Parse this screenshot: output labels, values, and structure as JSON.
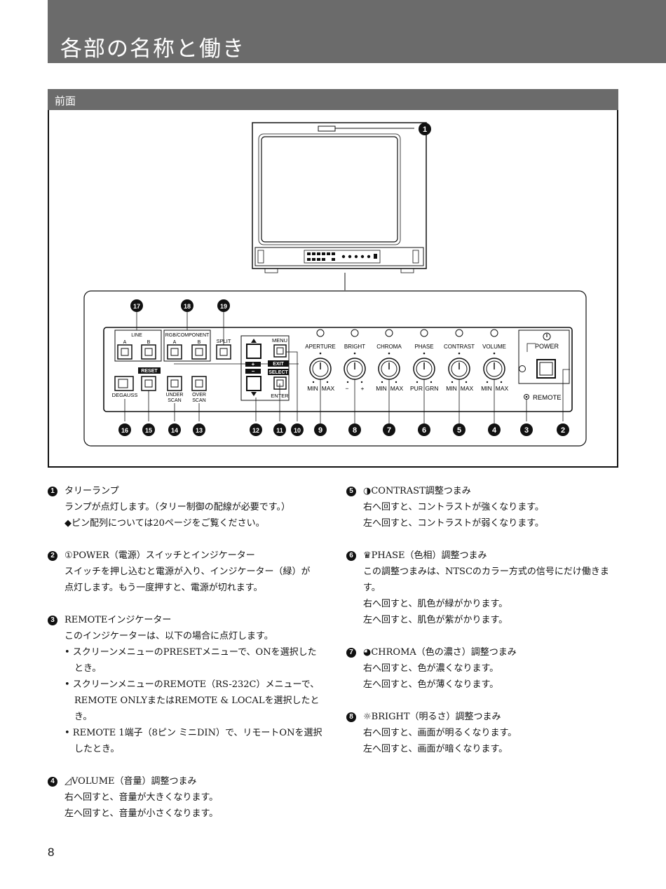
{
  "header": {
    "title": "各部の名称と働き"
  },
  "section": {
    "title": "前面"
  },
  "panel": {
    "groups": {
      "line": "LINE",
      "rgb": "RGB/COMPONENT"
    },
    "buttons": {
      "line_a": "A",
      "line_b": "B",
      "rgb_a": "A",
      "rgb_b": "B",
      "split": "SPLIT",
      "degauss": "DEGAUSS",
      "reset": "RESET",
      "under1": "UNDER",
      "under2": "SCAN",
      "over1": "OVER",
      "over2": "SCAN",
      "menu": "MENU",
      "exit": "EXIT",
      "select": "SELECT",
      "enter": "ENTER",
      "plus": "+",
      "minus": "−",
      "power": "POWER",
      "remote": "REMOTE"
    },
    "knobs": [
      {
        "label": "APERTURE",
        "left": "MIN",
        "right": "MAX",
        "num": "9"
      },
      {
        "label": "BRIGHT",
        "left": "−",
        "right": "+",
        "num": "8"
      },
      {
        "label": "CHROMA",
        "left": "MIN",
        "right": "MAX",
        "num": "7"
      },
      {
        "label": "PHASE",
        "left": "PUR",
        "right": "GRN",
        "num": "6"
      },
      {
        "label": "CONTRAST",
        "left": "MIN",
        "right": "MAX",
        "num": "5"
      },
      {
        "label": "VOLUME",
        "left": "MIN",
        "right": "MAX",
        "num": "4"
      }
    ],
    "callouts": {
      "n1": "1",
      "n2": "2",
      "n3": "3",
      "n10": "10",
      "n11": "11",
      "n12": "12",
      "n13": "13",
      "n14": "14",
      "n15": "15",
      "n16": "16",
      "n17": "17",
      "n18": "18",
      "n19": "19"
    }
  },
  "left": {
    "i1": {
      "num": "1",
      "title": "タリーランプ",
      "l1": "ランプが点灯します。（タリー制御の配線が必要です。）",
      "l2": "◆ピン配列については20ページをご覧ください。"
    },
    "i2": {
      "num": "2",
      "title": "①POWER（電源）スイッチとインジケーター",
      "l1": "スイッチを押し込むと電源が入り、インジケーター（緑）が",
      "l2": "点灯します。もう一度押すと、電源が切れます。"
    },
    "i3": {
      "num": "3",
      "title": "REMOTEインジケーター",
      "l1": "このインジケーターは、以下の場合に点灯します。",
      "b1a": "• スクリーンメニューのPRESETメニューで、ONを選択した",
      "b1b": "とき。",
      "b2a": "• スクリーンメニューのREMOTE（RS-232C）メニューで、",
      "b2b": "REMOTE ONLYまたはREMOTE & LOCALを選択したと",
      "b2c": "き。",
      "b3a": "• REMOTE 1端子（8ピン ミニDIN）で、リモートONを選択",
      "b3b": "したとき。"
    },
    "i4": {
      "num": "4",
      "title": "◿VOLUME（音量）調整つまみ",
      "l1": "右へ回すと、音量が大きくなります。",
      "l2": "左へ回すと、音量が小さくなります。"
    }
  },
  "right": {
    "i5": {
      "num": "5",
      "title": "◑CONTRAST調整つまみ",
      "l1": "右へ回すと、コントラストが強くなります。",
      "l2": "左へ回すと、コントラストが弱くなります。"
    },
    "i6": {
      "num": "6",
      "title": "♛PHASE（色相）調整つまみ",
      "l1": "この調整つまみは、NTSCのカラー方式の信号にだけ働きま",
      "l2": "す。",
      "l3": "右へ回すと、肌色が緑がかります。",
      "l4": "左へ回すと、肌色が紫がかります。"
    },
    "i7": {
      "num": "7",
      "title": "◕CHROMA（色の濃さ）調整つまみ",
      "l1": "右へ回すと、色が濃くなります。",
      "l2": "左へ回すと、色が薄くなります。"
    },
    "i8": {
      "num": "8",
      "title": "☼BRIGHT（明るさ）調整つまみ",
      "l1": "右へ回すと、画面が明るくなります。",
      "l2": "左へ回すと、画面が暗くなります。"
    }
  },
  "page_number": "8"
}
